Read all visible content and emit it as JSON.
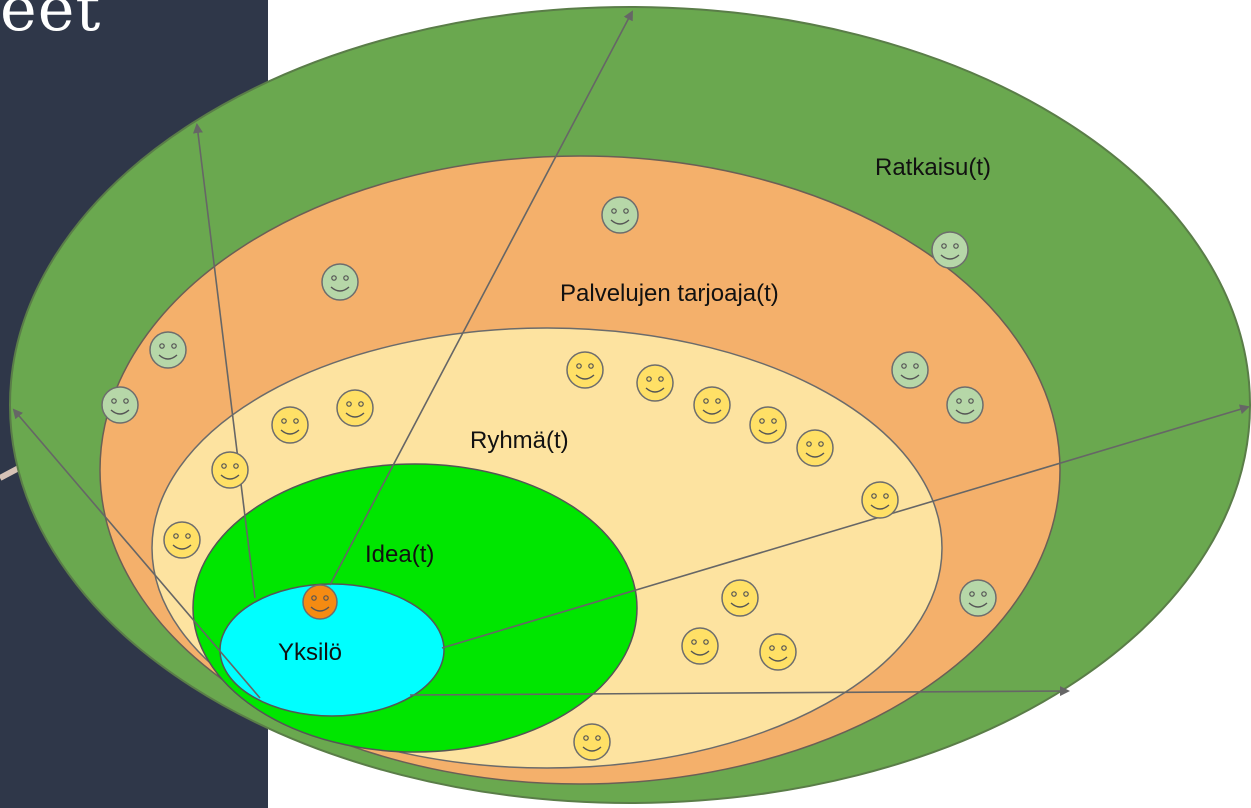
{
  "side_panel": {
    "title_fragment": "eet"
  },
  "diagram": {
    "layers": [
      {
        "key": "solutions",
        "label": "Ratkaisu(t)",
        "color": "#6aa84f"
      },
      {
        "key": "providers",
        "label": "Palvelujen tarjoaja(t)",
        "color": "#f4b06b"
      },
      {
        "key": "groups",
        "label": "Ryhmä(t)",
        "color": "#fde3a0"
      },
      {
        "key": "ideas",
        "label": "Idea(t)",
        "color": "#00e600"
      },
      {
        "key": "individual",
        "label": "Yksilö",
        "color": "#00ffff"
      }
    ],
    "face_colors": {
      "provider": "#b6d7a8",
      "group": "#ffe066",
      "individual": "#f58b12"
    },
    "face_counts": {
      "provider": 8,
      "group": 14,
      "individual": 1
    },
    "line_color": "#666666"
  }
}
